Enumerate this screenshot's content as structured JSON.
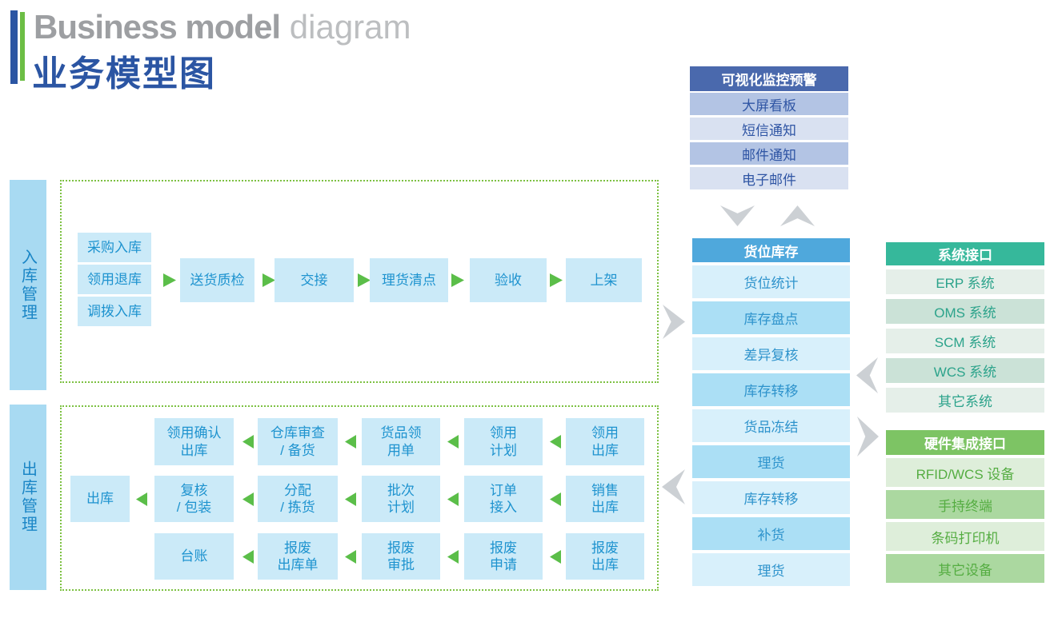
{
  "title": {
    "en_bold": "Business model",
    "en_light": " diagram",
    "zh": "业务模型图"
  },
  "monitor_panel": {
    "title": "可视化监控预警",
    "items": [
      "大屏看板",
      "短信通知",
      "邮件通知",
      "电子邮件"
    ]
  },
  "inventory_panel": {
    "title": "货位库存",
    "items": [
      "货位统计",
      "库存盘点",
      "差异复核",
      "库存转移",
      "货品冻结",
      "理货",
      "库存转移",
      "补货",
      "理货"
    ]
  },
  "system_panel": {
    "title": "系统接口",
    "items": [
      "ERP 系统",
      "OMS 系统",
      "SCM 系统",
      "WCS 系统",
      "其它系统"
    ]
  },
  "hardware_panel": {
    "title": "硬件集成接口",
    "items": [
      "RFID/WCS 设备",
      "手持终端",
      "条码打印机",
      "其它设备"
    ]
  },
  "inbound": {
    "label": "入库管理",
    "sources": [
      "采购入库",
      "领用退库",
      "调拨入库"
    ],
    "steps": [
      "送货质检",
      "交接",
      "理货清点",
      "验收",
      "上架"
    ]
  },
  "outbound": {
    "label": "出库管理",
    "row1": [
      "领用确认\n出库",
      "仓库审查\n/ 备货",
      "货品领\n用单",
      "领用\n计划",
      "领用\n出库"
    ],
    "row2": [
      "出库",
      "复核\n/ 包装",
      "分配\n/ 拣货",
      "批次\n计划",
      "订单\n接入",
      "销售\n出库"
    ],
    "row3": [
      "台账",
      "报废\n出库单",
      "报废\n审批",
      "报废\n申请",
      "报废\n出库"
    ]
  },
  "colors": {
    "title_blue": "#2b55a3",
    "accent_green": "#6cbe45",
    "title_gray": "#9d9fa2",
    "monitor_header_bg": "#4a69ad",
    "monitor_row_dark": "#b3c4e4",
    "monitor_row_light": "#d9e1f1",
    "inventory_header_bg": "#4fa8dc",
    "inventory_row_light": "#d8f0fb",
    "inventory_row_dark": "#abdff5",
    "system_header_bg": "#36b89b",
    "system_row_light": "#e5efe9",
    "system_row_dark": "#cbe2d7",
    "hardware_header_bg": "#7dc464",
    "hardware_row_light": "#deeeda",
    "hardware_row_dark": "#abd8a0",
    "flow_box_bg": "#cbeaf8",
    "flow_text": "#1e93cf",
    "side_label_bg": "#a8daf2",
    "dotted_border": "#7dc142",
    "green_arrow": "#5bbe49",
    "gray_arrow": "#ccd0d4"
  }
}
